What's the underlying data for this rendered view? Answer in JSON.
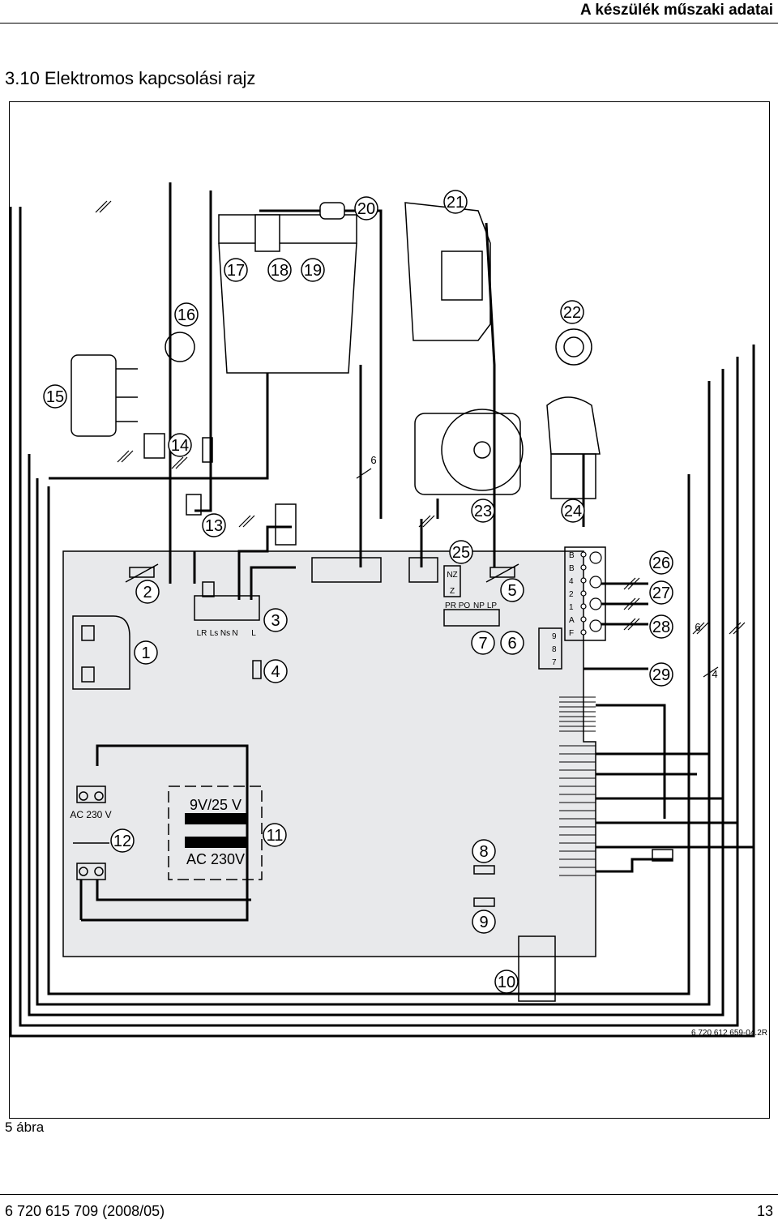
{
  "header": {
    "title": "A készülék műszaki adatai"
  },
  "section": {
    "title": "3.10   Elektromos kapcsolási rajz"
  },
  "diagram": {
    "callouts": [
      "1",
      "2",
      "3",
      "4",
      "5",
      "6",
      "7",
      "8",
      "9",
      "10",
      "11",
      "12",
      "13",
      "14",
      "15",
      "16",
      "17",
      "18",
      "19",
      "20",
      "21",
      "22",
      "23",
      "24",
      "25",
      "26",
      "27",
      "28",
      "29"
    ],
    "terminal_labels": {
      "main_block": [
        "LR",
        "Ls",
        "Ns",
        "N",
        "L"
      ],
      "pr_block": [
        "PR",
        "PO",
        "NP",
        "LP"
      ],
      "z_block": [
        "Z",
        "NZ"
      ],
      "right_block": [
        "B",
        "B",
        "4",
        "2",
        "1",
        "A",
        "F"
      ],
      "small_block": [
        "9",
        "8",
        "7"
      ]
    },
    "transformer": {
      "secondary": "9V/25 V",
      "primary": "AC 230V"
    },
    "mains_label": "AC 230 V",
    "wire_counts": [
      "6",
      "6",
      "4"
    ],
    "drawing_code": "6 720 612 659-04.2R"
  },
  "caption": {
    "text": "5 ábra"
  },
  "footer": {
    "doc_code": "6 720 615 709 (2008/05)",
    "page": "13"
  }
}
